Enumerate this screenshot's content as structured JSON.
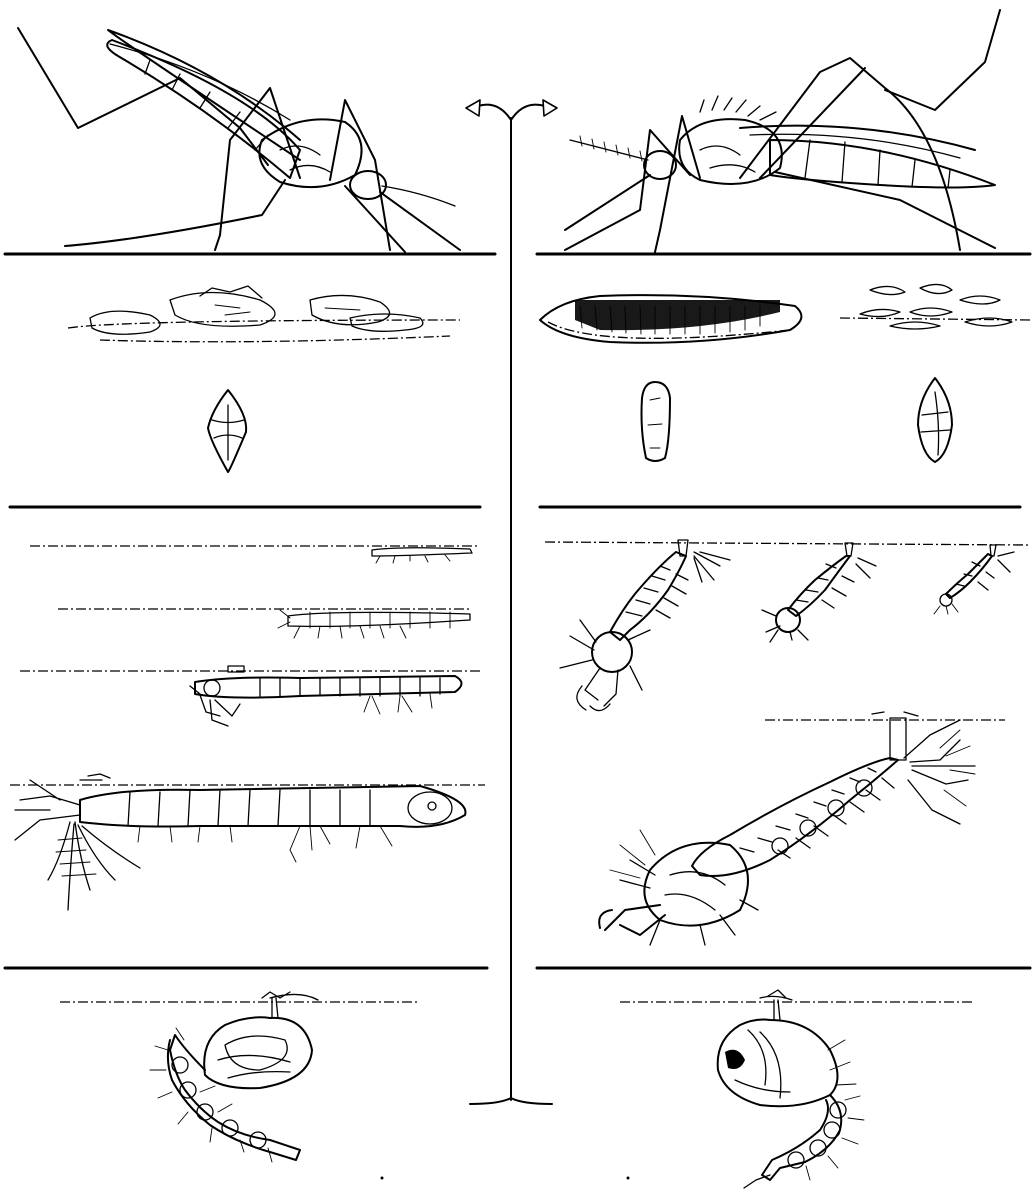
{
  "plate": {
    "columns": [
      "left",
      "right"
    ],
    "rows": [
      "adult",
      "egg",
      "larva",
      "pupa"
    ],
    "divider_color": "#000000",
    "background": "#ffffff"
  }
}
